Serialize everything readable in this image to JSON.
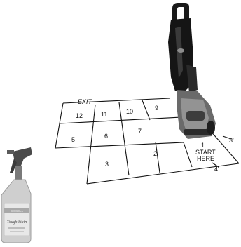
{
  "diagram": {
    "exit_label": "EXIT",
    "cells": [
      {
        "id": "cell-12",
        "label": "12"
      },
      {
        "id": "cell-11",
        "label": "11"
      },
      {
        "id": "cell-10",
        "label": "10"
      },
      {
        "id": "cell-9",
        "label": "9"
      },
      {
        "id": "cell-5",
        "label": "5"
      },
      {
        "id": "cell-6",
        "label": "6"
      },
      {
        "id": "cell-7",
        "label": "7"
      },
      {
        "id": "cell-3",
        "label": "3"
      },
      {
        "id": "cell-2",
        "label": "2"
      },
      {
        "id": "cell-1",
        "label": "1"
      }
    ],
    "start_label": {
      "line1": "START",
      "line2": "HERE"
    },
    "dimension_width": "4'",
    "dimension_depth": "3'"
  },
  "product": {
    "brand_text": "BISSELL",
    "name_text": "Tough Stain"
  }
}
